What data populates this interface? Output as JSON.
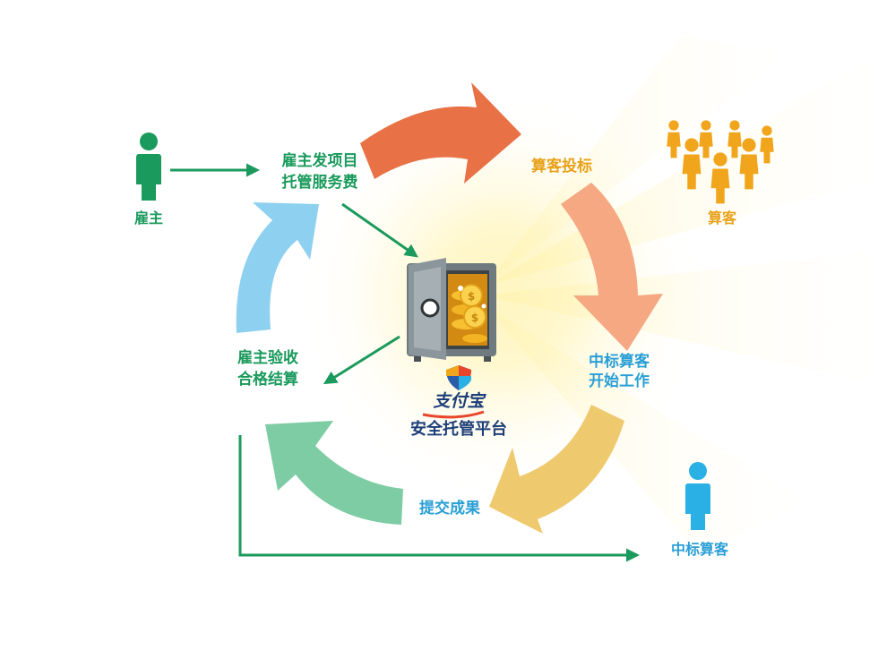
{
  "diagram": {
    "title": "支付宝安全托管平台流程",
    "platform": {
      "logo_text": "支付宝",
      "label": "安全托管平台"
    },
    "actors": {
      "employer": "雇主",
      "hackers": "算客",
      "winning_hacker": "中标算客"
    },
    "steps": {
      "post_project": [
        "雇主发项目",
        "托管服务费"
      ],
      "bidding": "算客投标",
      "start_work": [
        "中标算客",
        "开始工作"
      ],
      "submit": "提交成果",
      "accept": [
        "雇主验收",
        "合格结算"
      ]
    },
    "colors": {
      "green": "#1a9a5c",
      "orange_arrow": "#e87246",
      "salmon_arrow": "#f5a882",
      "yellow_arrow": "#efc96e",
      "teal_arrow": "#7ecca4",
      "blue_arrow": "#8ed0f0",
      "person_green": "#1a9a5c",
      "person_orange": "#f0a51c",
      "person_blue": "#2ab0e4"
    }
  }
}
